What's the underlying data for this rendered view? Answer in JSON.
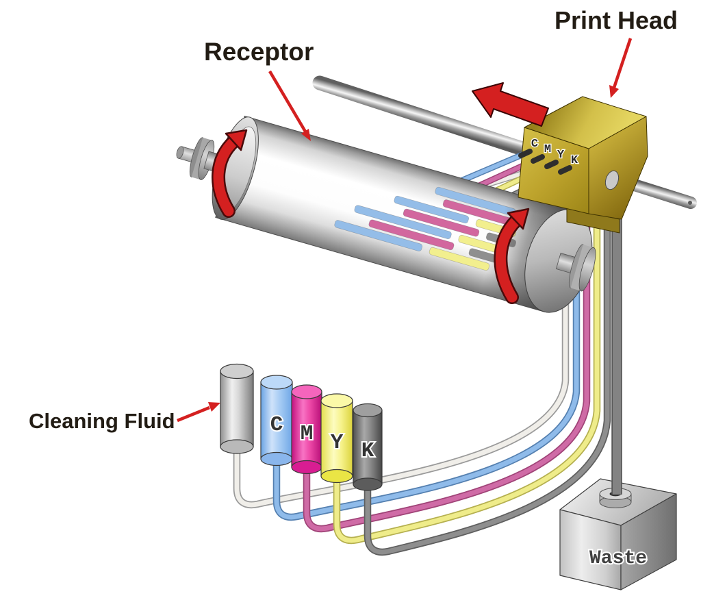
{
  "labels": {
    "receptor": "Receptor",
    "print_head": "Print Head",
    "cleaning_fluid": "Cleaning Fluid",
    "waste": "Waste"
  },
  "print_head_ports": [
    "C",
    "M",
    "Y",
    "K"
  ],
  "cartridges": [
    {
      "name": "cleaning-fluid-bottle",
      "label": "",
      "color": "#c9c9c9"
    },
    {
      "name": "cyan-cartridge",
      "label": "C",
      "color": "#9cc6f2"
    },
    {
      "name": "magenta-cartridge",
      "label": "M",
      "color": "#e040a0"
    },
    {
      "name": "yellow-cartridge",
      "label": "Y",
      "color": "#f6f28a"
    },
    {
      "name": "black-cartridge",
      "label": "K",
      "color": "#8a8a8a"
    }
  ],
  "colors": {
    "arrow_red": "#d42020",
    "print_head_gold": "#c3a82b",
    "tube_cleaning": "#f0eee9",
    "tube_cyan": "#8fbbea",
    "tube_magenta": "#cf6ba6",
    "tube_yellow": "#efec8a",
    "tube_black": "#8e8e8e",
    "tube_waste": "#838383",
    "stripe_cyan": "#94bde8",
    "stripe_magenta": "#d2679e",
    "stripe_yellow": "#f2ef8e",
    "stripe_gray": "#8f8f8f"
  }
}
